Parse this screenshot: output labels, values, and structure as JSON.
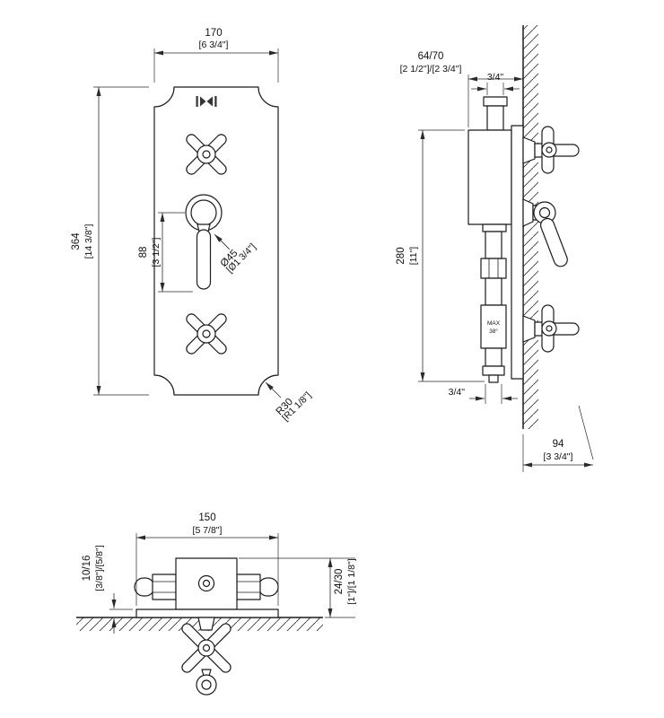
{
  "colors": {
    "line": "#1c1c1c",
    "background": "#ffffff"
  },
  "icons": {
    "logo": "bowtie-brand-mark"
  },
  "front_view": {
    "width_mm": "170",
    "width_in": "[6 3/4\"]",
    "height_mm": "364",
    "height_in": "[14 3/8\"]",
    "lever_mm": "88",
    "lever_in": "[3 1/2\"]",
    "dia_mm": "Ø45",
    "dia_in": "[Ø1 3/4\"]",
    "radius_mm": "R30",
    "radius_in": "[R1 1/8\"]"
  },
  "side_view": {
    "depth_mm": "64/70",
    "depth_in": "[2 1/2\"]/[2 3/4\"]",
    "inlet_top": "3/4\"",
    "height_mm": "280",
    "height_in": "[11\"]",
    "inlet_bottom": "3/4\"",
    "projection_mm": "94",
    "projection_in": "[3 3/4\"]",
    "cartridge_label_1": "MAX",
    "cartridge_label_2": "38°"
  },
  "bottom_view": {
    "width_mm": "150",
    "width_in": "[5 7/8\"]",
    "plate_mm": "10/16",
    "plate_in": "[3/8\"]/[5/8\"]",
    "projection_mm": "24/30",
    "projection_in": "[1\"]/[1 1/8\"]"
  }
}
